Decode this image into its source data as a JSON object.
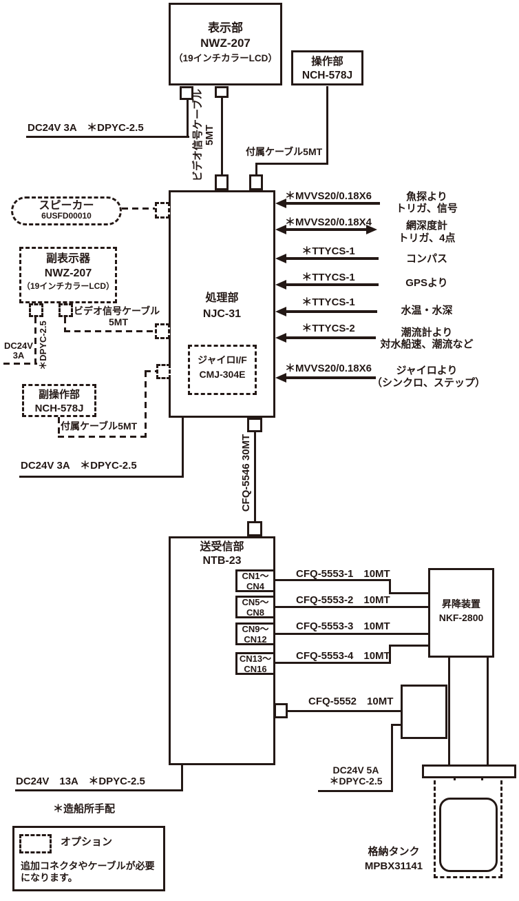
{
  "ink": "#231815",
  "nodes": {
    "display": {
      "title": "表示部",
      "model": "NWZ-207",
      "spec": "（19インチカラーLCD）"
    },
    "operation": {
      "title": "操作部",
      "model": "NCH-578J"
    },
    "speaker": {
      "title": "スピーカー",
      "model": "6USFD00010"
    },
    "sub_display": {
      "title": "副表示器",
      "model": "NWZ-207",
      "spec": "（19インチカラーLCD）"
    },
    "sub_operation": {
      "title": "副操作部",
      "model": "NCH-578J"
    },
    "processor": {
      "title": "処理部",
      "model": "NJC-31"
    },
    "gyro_if": {
      "title": "ジャイロI/F",
      "model": "CMJ-304E"
    },
    "transceiver": {
      "title": "送受信部",
      "model": "NTB-23"
    },
    "hoist": {
      "title": "昇降装置",
      "model": "NKF-2800"
    },
    "tank": {
      "title": "格納タンク",
      "model": "MPBX31141"
    }
  },
  "cables": {
    "video_main": {
      "l1": "ビデオ信号ケーブル",
      "l2": "5MT"
    },
    "acc_main": "付属ケーブル5MT",
    "video_sub": {
      "l1": "ビデオ信号ケーブル",
      "l2": "5MT"
    },
    "acc_sub": "付属ケーブル5MT",
    "trunk": "CFQ-5546 30MT",
    "junction": "CFQ-5552　10MT",
    "cn_cables": [
      "CFQ-5553-1　10MT",
      "CFQ-5553-2　10MT",
      "CFQ-5553-3　10MT",
      "CFQ-5553-4　10MT"
    ]
  },
  "power": {
    "display": "DC24V 3A　＊DPYC-2.5",
    "sub_display_l1": "DC24V",
    "sub_display_l2": "3A",
    "sub_display_cable": "＊DPYC-2.5",
    "processor": "DC24V 3A　＊DPYC-2.5",
    "transceiver": "DC24V　13A　＊DPYC-2.5",
    "hoist_l1": "DC24V 5A",
    "hoist_l2": "＊DPYC-2.5"
  },
  "cn_groups": [
    {
      "l1": "CN1～",
      "l2": "CN4"
    },
    {
      "l1": "CN5～",
      "l2": "CN8"
    },
    {
      "l1": "CN9～",
      "l2": "CN12"
    },
    {
      "l1": "CN13～",
      "l2": "CN16"
    }
  ],
  "signals": [
    {
      "cable": "＊MVVS20/0.18X6",
      "src1": "魚探より",
      "src2": "トリガ、信号"
    },
    {
      "cable": "＊MVVS20/0.18X4",
      "src1": "網深度計",
      "src2": "トリガ、4点"
    },
    {
      "cable": "＊TTYCS-1",
      "src1": "コンパス",
      "src2": ""
    },
    {
      "cable": "＊TTYCS-1",
      "src1": "GPSより",
      "src2": ""
    },
    {
      "cable": "＊TTYCS-1",
      "src1": "水温・水深",
      "src2": ""
    },
    {
      "cable": "＊TTYCS-2",
      "src1": "潮流計より",
      "src2": "対水船速、潮流など"
    },
    {
      "cable": "＊MVVS20/0.18X6",
      "src1": "ジャイロより",
      "src2": "（シンクロ、ステップ）"
    }
  ],
  "notes": {
    "shipyard": "＊造船所手配",
    "legend_option": "オプション",
    "legend_note1": "追加コネクタやケーブルが必要",
    "legend_note2": "になります。"
  }
}
